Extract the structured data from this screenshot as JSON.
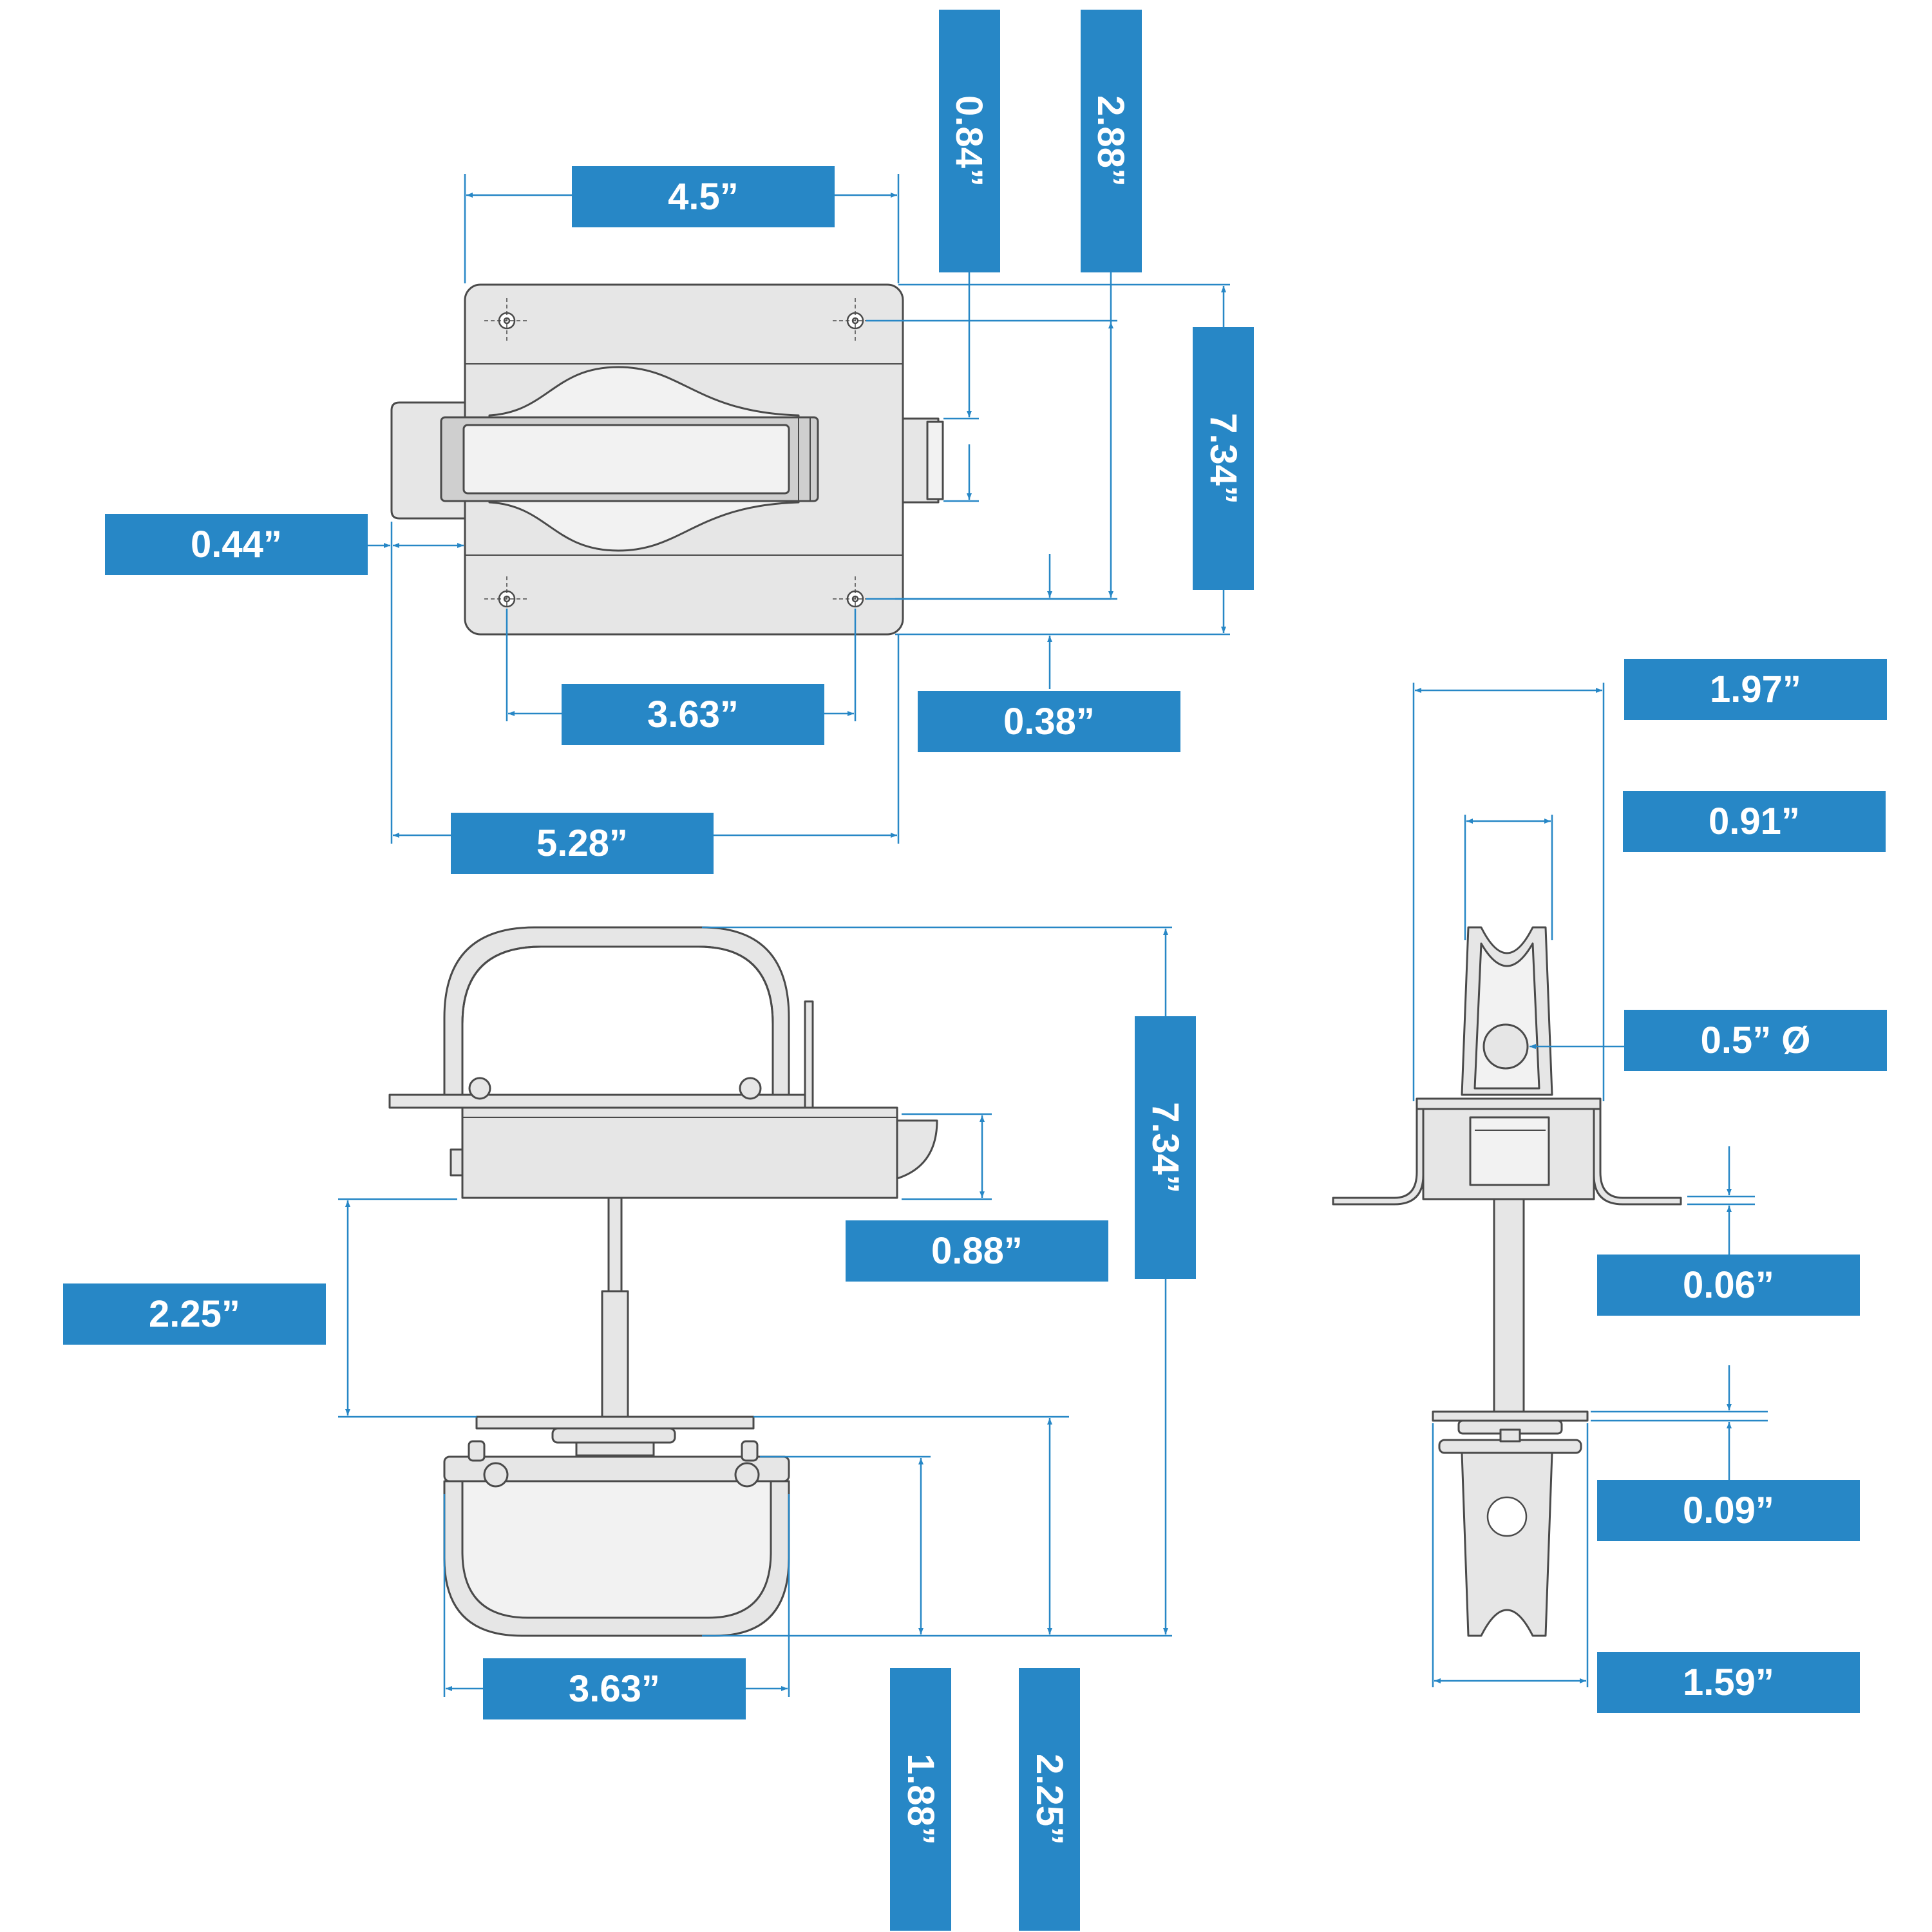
{
  "colors": {
    "accent": "#2787c6",
    "part_fill": "#e6e6e6",
    "outline": "#4a4a4a"
  },
  "labels": {
    "front_width": "4.5”",
    "front_hole_spacing": "3.63”",
    "front_overall_width": "5.28”",
    "front_latch_offset": "0.44”",
    "front_bottom_hole_offset": "0.38”",
    "front_latch_height": "0.84”",
    "front_hole_vertical": "2.88”",
    "front_height": "7.34”",
    "side_height": "7.34”",
    "side_latch_depth": "0.88”",
    "side_post_gap": "2.25”",
    "side_bottom_width": "3.63”",
    "side_bottom_height": "1.88”",
    "side_bottom_total": "2.25”",
    "end_top_width": "1.97”",
    "end_roller_width": "0.91”",
    "end_hole_diameter": "0.5” Ø",
    "end_plate_thickness": "0.06”",
    "end_gap": "0.09”",
    "end_bottom_width": "1.59”"
  }
}
